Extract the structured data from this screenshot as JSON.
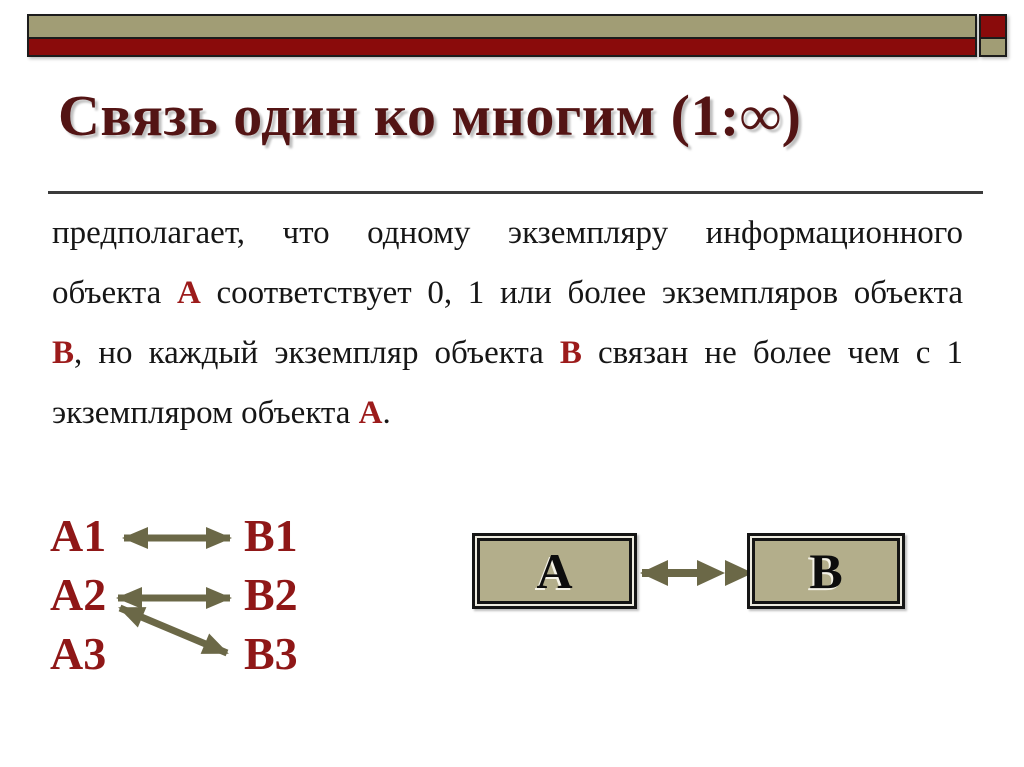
{
  "colors": {
    "banner_tan": "#a19d75",
    "banner_red": "#8a0b0b",
    "banner_border": "#1c1c1c",
    "title_maroon": "#531414",
    "divider_gray": "#3b3b3b",
    "body_text": "#161616",
    "emphasis_red": "#9c1b1b",
    "diagram_label_red": "#8f1717",
    "arrow_olive": "#6b6847",
    "box_fill_tan": "#b3ae8b",
    "box_border_black": "#151515",
    "background": "#ffffff"
  },
  "title": {
    "text": "Связь один ко многим (1:∞)"
  },
  "paragraph": {
    "lines": [
      {
        "justify": true,
        "segments": [
          {
            "t": "предполагает, что одному экземпляру информационного"
          }
        ]
      },
      {
        "justify": true,
        "segments": [
          {
            "t": "объекта "
          },
          {
            "t": "А",
            "em": true
          },
          {
            "t": " соответствует 0, 1 или более экземпляров объекта"
          }
        ]
      },
      {
        "justify": true,
        "segments": [
          {
            "t": "В",
            "em": true
          },
          {
            "t": ", но каждый экземпляр объекта "
          },
          {
            "t": "В",
            "em": true
          },
          {
            "t": " связан не более чем с 1"
          }
        ]
      },
      {
        "justify": false,
        "segments": [
          {
            "t": "экземпляром объекта "
          },
          {
            "t": "А",
            "em": true
          },
          {
            "t": "."
          }
        ]
      }
    ]
  },
  "left_diagram": {
    "a_labels": [
      "A1",
      "A2",
      "A3"
    ],
    "b_labels": [
      "B1",
      "B2",
      "B3"
    ]
  },
  "right_diagram": {
    "box_a_label": "A",
    "box_b_label": "B"
  }
}
